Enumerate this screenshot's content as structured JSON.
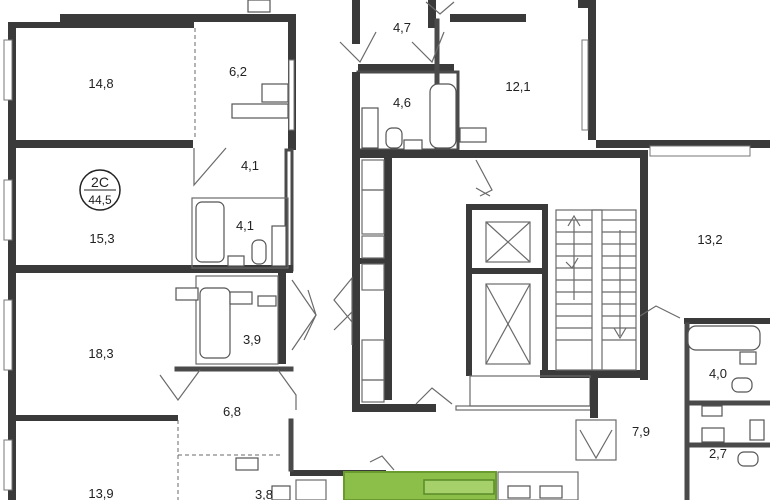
{
  "apartment": {
    "code": "2C",
    "area": "44,5"
  },
  "rooms": [
    {
      "id": "room-14-8",
      "area": "14,8"
    },
    {
      "id": "room-6-2",
      "area": "6,2"
    },
    {
      "id": "room-4-1-hall",
      "area": "4,1"
    },
    {
      "id": "room-4-1-bath",
      "area": "4,1"
    },
    {
      "id": "room-15-3",
      "area": "15,3"
    },
    {
      "id": "room-4-7",
      "area": "4,7"
    },
    {
      "id": "room-4-6",
      "area": "4,6"
    },
    {
      "id": "room-12-1",
      "area": "12,1"
    },
    {
      "id": "room-13-2",
      "area": "13,2"
    },
    {
      "id": "room-18-3",
      "area": "18,3"
    },
    {
      "id": "room-3-9",
      "area": "3,9"
    },
    {
      "id": "room-6-8",
      "area": "6,8"
    },
    {
      "id": "room-4-0",
      "area": "4,0"
    },
    {
      "id": "room-7-9",
      "area": "7,9"
    },
    {
      "id": "room-2-7",
      "area": "2,7"
    },
    {
      "id": "room-13-9",
      "area": "13,9"
    },
    {
      "id": "room-3-8",
      "area": "3,8"
    }
  ],
  "colors": {
    "wall": "#3a3a3a",
    "highlight": "#8cbf4a"
  }
}
